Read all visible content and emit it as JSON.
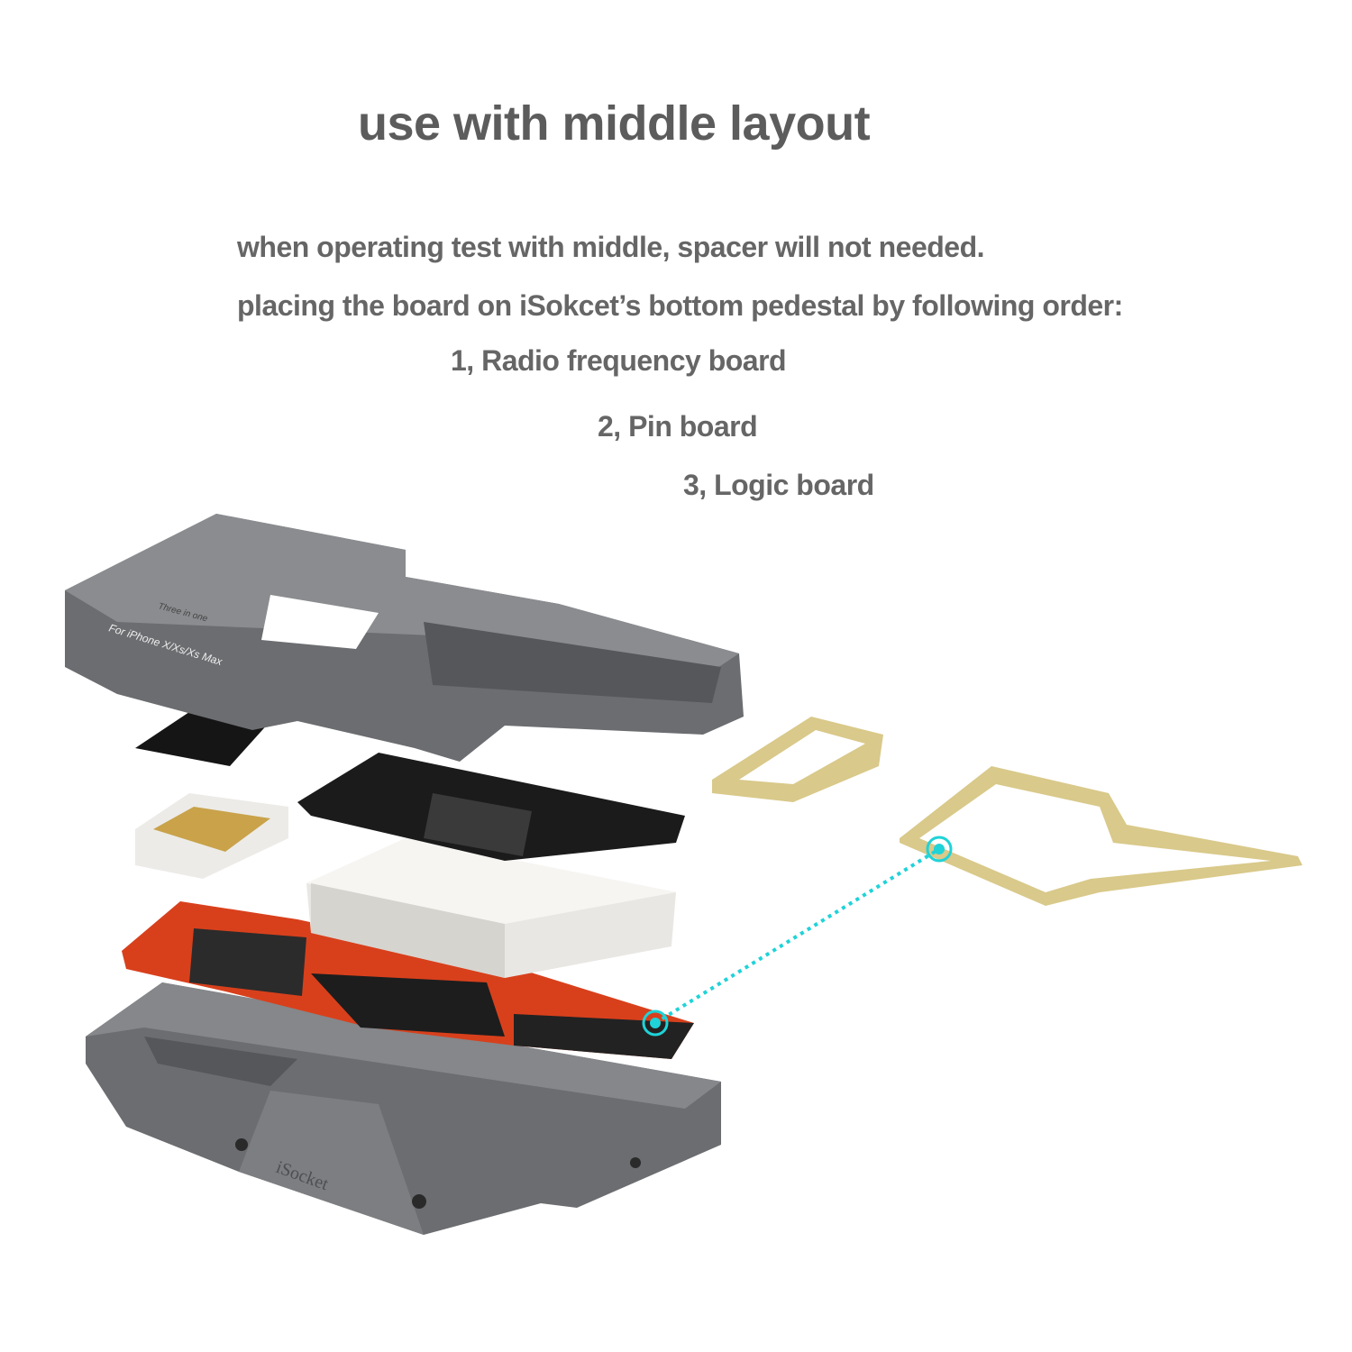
{
  "heading": "use with middle layout",
  "description": [
    "when operating test with middle, spacer will not needed.",
    "placing the board on iSokcet’s bottom pedestal by following order:"
  ],
  "steps": [
    "1, Radio frequency board",
    "2, Pin board",
    "3, Logic board"
  ],
  "product_markings": {
    "top_frame_model": "For iPhone X/Xs/Xs Max",
    "top_frame_label": "Three in one",
    "pedestal_brand": "iSocket"
  },
  "colors": {
    "text": "#5f5f5f",
    "metal": "#6b6d70",
    "logic_board": "#d8401c",
    "spacer": "#d9c98a",
    "highlight": "#1fd3d8"
  }
}
